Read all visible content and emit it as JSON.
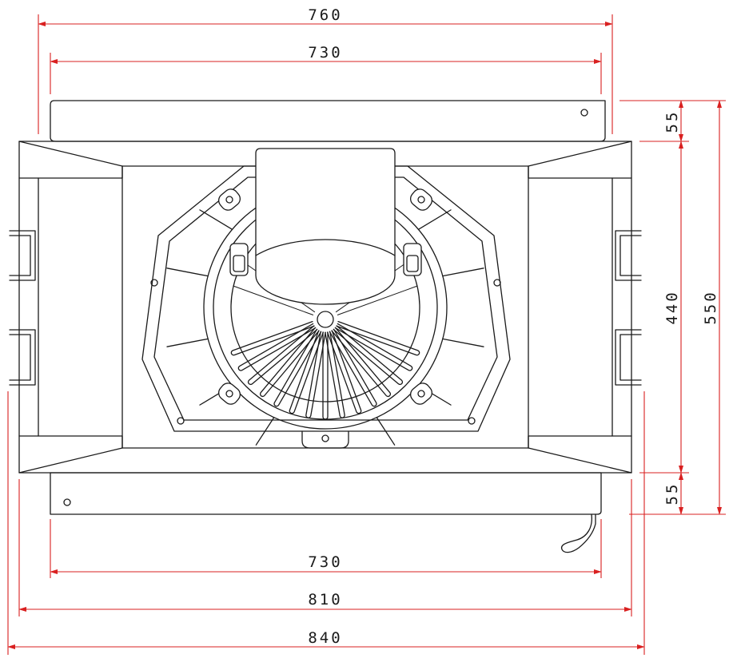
{
  "dimensions": {
    "top_outer": "760",
    "top_inner": "730",
    "bottom_inner": "730",
    "bottom_middle": "810",
    "bottom_outer": "840",
    "right_flange_top": "55",
    "right_middle": "440",
    "right_overall": "550",
    "right_flange_bottom": "55"
  },
  "colors": {
    "dimension_line": "#d92020",
    "drawing_line": "#1a1a1a",
    "background": "#ffffff"
  }
}
